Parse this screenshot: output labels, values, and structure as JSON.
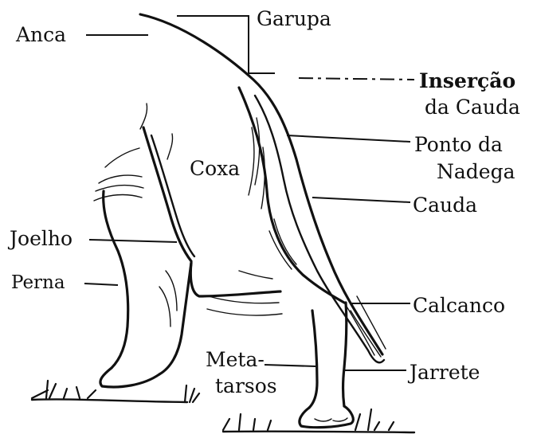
{
  "labels": {
    "anca": "Anca",
    "garupa": "Garupa",
    "insercao_line1": "Inserção",
    "insercao_line2": "da Cauda",
    "ponto_line1": "Ponto da",
    "ponto_line2": "Nadega",
    "cauda": "Cauda",
    "coxa": "Coxa",
    "joelho": "Joelho",
    "perna": "Perna",
    "calcanco": "Calcanco",
    "meta_line1": "Meta-",
    "meta_line2": "tarsos",
    "jarrete": "Jarrete"
  },
  "colors": {
    "ink": "#111111",
    "background": "#ffffff"
  }
}
